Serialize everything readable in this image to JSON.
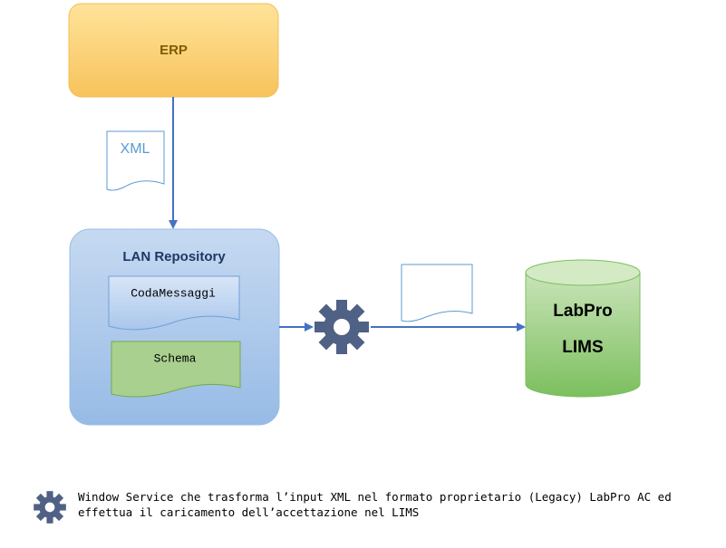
{
  "colors": {
    "erp_fill_top": "#FFE08A",
    "erp_fill_bottom": "#F7C35C",
    "erp_text": "#7F5A00",
    "lan_fill_top": "#C9DAF0",
    "lan_fill_bottom": "#9ABCE6",
    "arrow": "#4472C4",
    "doc_stroke": "#5B9BD5",
    "gear": "#4F6184",
    "db_fill_top": "#C8E3B6",
    "db_fill_bottom": "#7DC061",
    "schema_fill": "#A9D08E",
    "schema_stroke": "#70AD47"
  },
  "erp": {
    "label": "ERP"
  },
  "xml_doc": {
    "label": "XML"
  },
  "lan_repository": {
    "title": "LAN Repository",
    "queue_label": "CodaMessaggi",
    "schema_label": "Schema"
  },
  "database": {
    "line1": "LabPro",
    "line2": "LIMS"
  },
  "legend": {
    "icon": "gear-icon",
    "text_line1": "Window Service che trasforma l’input XML nel formato proprietario (Legacy) LabPro AC ed",
    "text_line2": "effettua il caricamento dell’accettazione nel LIMS"
  }
}
